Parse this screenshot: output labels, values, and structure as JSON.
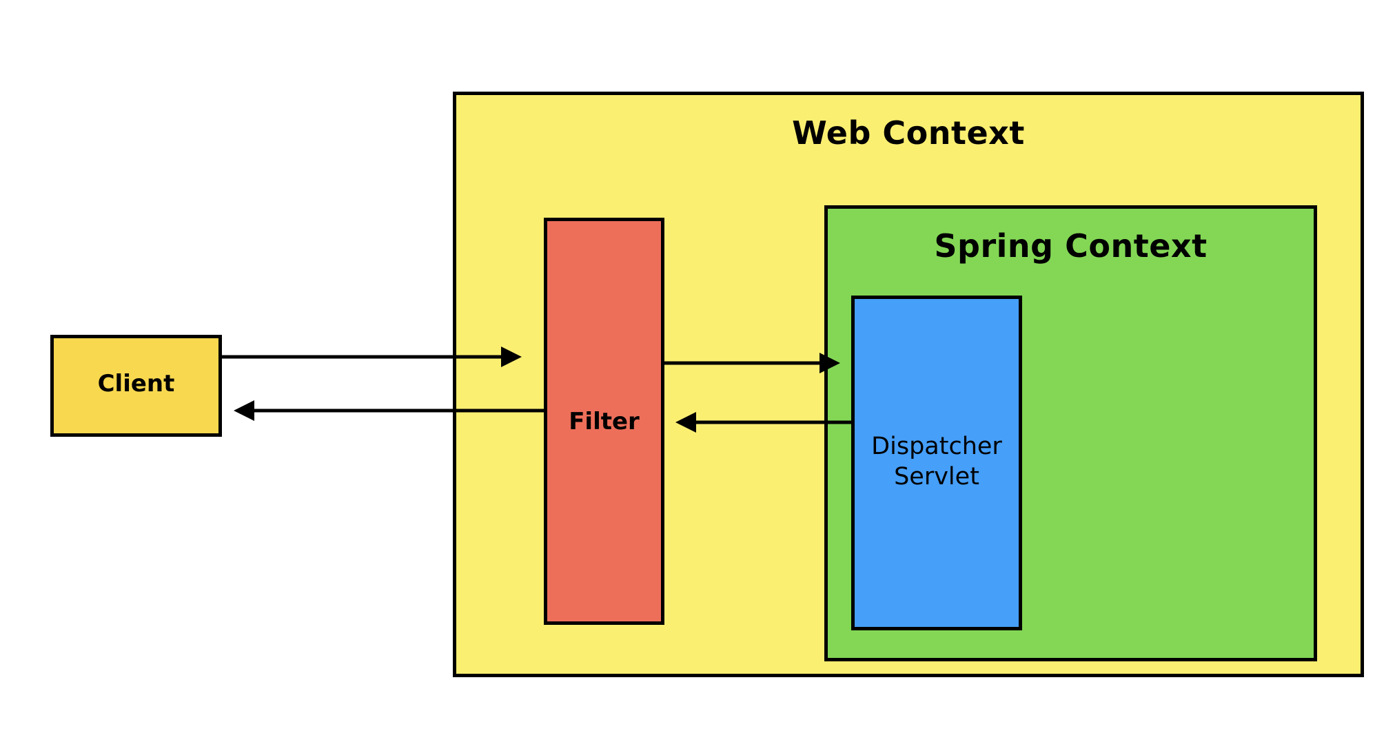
{
  "web_context": {
    "title": "Web Context",
    "fill": "#FBEF72"
  },
  "spring_context": {
    "title": "Spring Context",
    "fill": "#83D755"
  },
  "client": {
    "label": "Client",
    "fill": "#F8D84F"
  },
  "filter": {
    "label": "Filter",
    "fill": "#ED6F5A"
  },
  "dispatcher": {
    "label_line1": "Dispatcher",
    "label_line2": "Servlet",
    "fill": "#469FF8"
  },
  "arrow_color": "#000000"
}
